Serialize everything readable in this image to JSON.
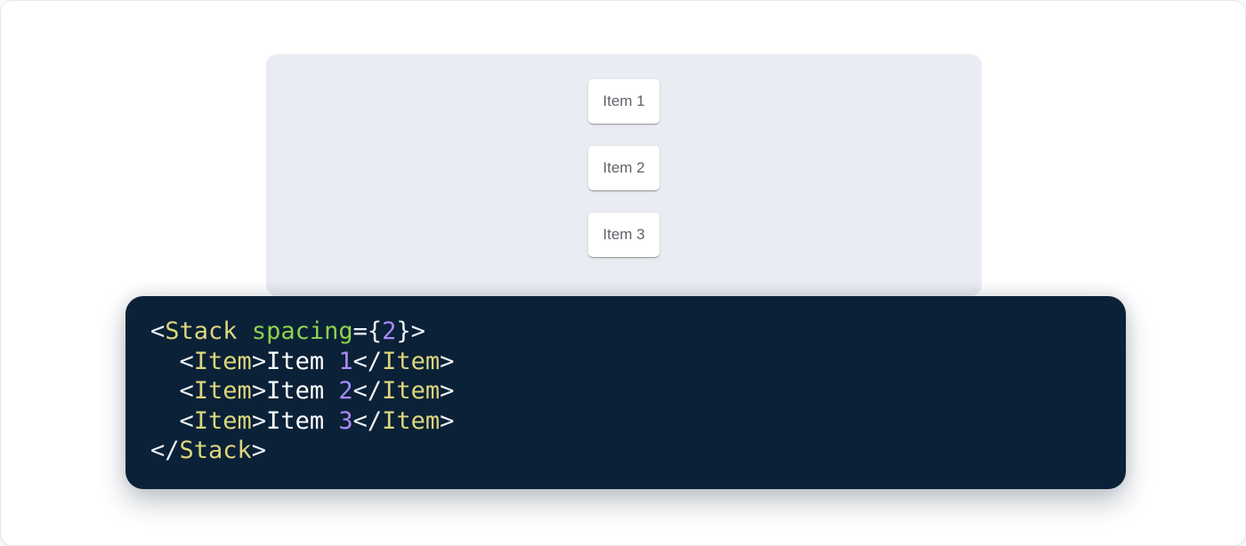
{
  "demo": {
    "items": [
      "Item 1",
      "Item 2",
      "Item 3"
    ]
  },
  "code": {
    "language": "jsx",
    "lines": [
      [
        [
          "p",
          "<"
        ],
        [
          "tag",
          "Stack"
        ],
        [
          "p",
          " "
        ],
        [
          "attr",
          "spacing"
        ],
        [
          "p",
          "={"
        ],
        [
          "num",
          "2"
        ],
        [
          "p",
          "}>"
        ]
      ],
      [
        [
          "p",
          "  <"
        ],
        [
          "tag",
          "Item"
        ],
        [
          "p",
          ">"
        ],
        [
          "txt",
          "Item "
        ],
        [
          "num",
          "1"
        ],
        [
          "p",
          "</"
        ],
        [
          "tag",
          "Item"
        ],
        [
          "p",
          ">"
        ]
      ],
      [
        [
          "p",
          "  <"
        ],
        [
          "tag",
          "Item"
        ],
        [
          "p",
          ">"
        ],
        [
          "txt",
          "Item "
        ],
        [
          "num",
          "2"
        ],
        [
          "p",
          "</"
        ],
        [
          "tag",
          "Item"
        ],
        [
          "p",
          ">"
        ]
      ],
      [
        [
          "p",
          "  <"
        ],
        [
          "tag",
          "Item"
        ],
        [
          "p",
          ">"
        ],
        [
          "txt",
          "Item "
        ],
        [
          "num",
          "3"
        ],
        [
          "p",
          "</"
        ],
        [
          "tag",
          "Item"
        ],
        [
          "p",
          ">"
        ]
      ],
      [
        [
          "p",
          "</"
        ],
        [
          "tag",
          "Stack"
        ],
        [
          "p",
          ">"
        ]
      ]
    ]
  },
  "colors": {
    "page_bg": "#ffffff",
    "panel_bg": "#e9ecf2",
    "code_bg": "#0b2137",
    "card_bg": "#ffffff",
    "card_text": "#5f6368",
    "tok_punct": "#eef2f6",
    "tok_tag": "#dcd67c",
    "tok_attr": "#8fd14f",
    "tok_num": "#a78bfa",
    "tok_text": "#ffffff"
  }
}
